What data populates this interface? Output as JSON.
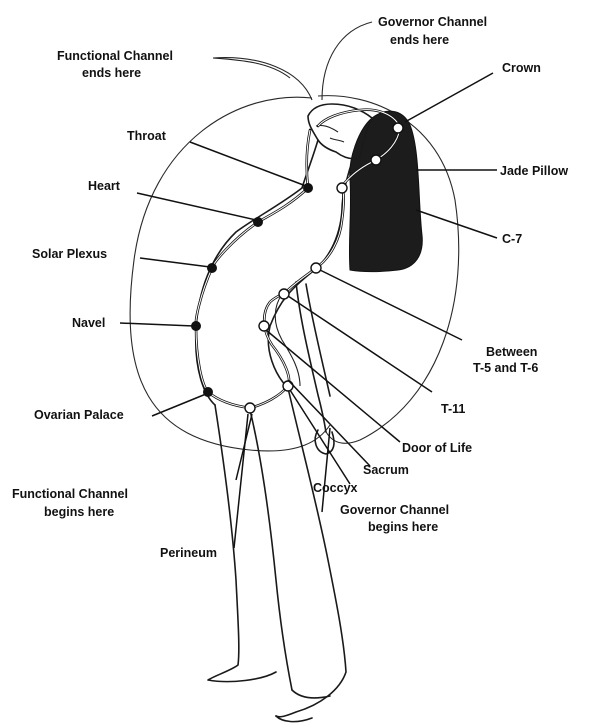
{
  "labels": {
    "governor_ends": [
      "Governor Channel",
      "ends here"
    ],
    "functional_ends": [
      "Functional Channel",
      "ends here"
    ],
    "crown": "Crown",
    "throat": "Throat",
    "jade_pillow": "Jade Pillow",
    "heart": "Heart",
    "c7": "C-7",
    "solar_plexus": "Solar Plexus",
    "navel": "Navel",
    "between_t5_t6": [
      "Between",
      "T-5 and T-6"
    ],
    "t11": "T-11",
    "ovarian_palace": "Ovarian Palace",
    "door_of_life": "Door of Life",
    "sacrum": "Sacrum",
    "coccyx": "Coccyx",
    "functional_begins": [
      "Functional Channel",
      "begins here"
    ],
    "governor_begins": [
      "Governor Channel",
      "begins here"
    ],
    "perineum": "Perineum"
  },
  "legend_notes": {
    "functional_points": "filled",
    "governor_points": "open"
  }
}
